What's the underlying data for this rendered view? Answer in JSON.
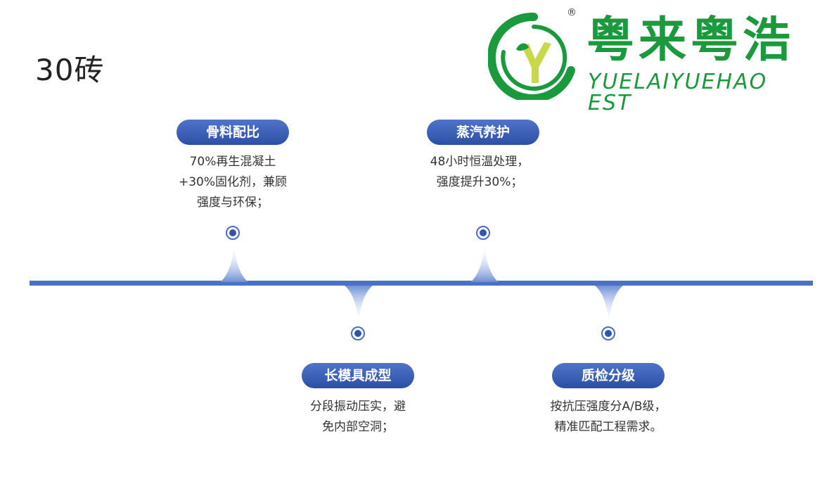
{
  "title": "30砖",
  "logo": {
    "cn": "粤来粤浩",
    "en": "YUELAIYUEHAO EST",
    "reg": "®",
    "colors": {
      "green": "#1a9a3c",
      "yellow": "#c8d84a"
    }
  },
  "stages": [
    {
      "label": "骨料配比",
      "desc_lines": [
        "70%再生混凝土",
        "+30%固化剂，兼顾",
        "强度与环保；"
      ]
    },
    {
      "label": "长模具成型",
      "desc_lines": [
        "分段振动压实，避",
        "免内部空洞；"
      ]
    },
    {
      "label": "蒸汽养护",
      "desc_lines": [
        "48小时恒温处理，",
        "强度提升30%；"
      ]
    },
    {
      "label": "质检分级",
      "desc_lines": [
        "按抗压强度分A/B级，",
        "精准匹配工程需求。"
      ]
    }
  ],
  "colors": {
    "accent": "#4a72c4",
    "label_dark": "#2c4fa6"
  }
}
